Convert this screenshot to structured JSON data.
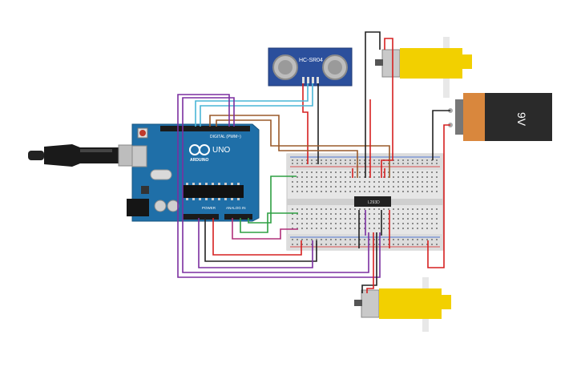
{
  "components": {
    "arduino": {
      "brand": "ARDUINO",
      "model": "UNO",
      "digital_label": "DIGITAL (PWM~)",
      "power_label": "POWER",
      "analog_label": "ANALOG IN",
      "color": "#1f6fa8"
    },
    "sensor": {
      "label": "HC-SR04",
      "color": "#2b4f9c"
    },
    "battery": {
      "label": "9V",
      "body_color": "#2a2a2a",
      "cap_color": "#d9873d"
    },
    "driver_ic": {
      "label": "L293D"
    },
    "motors": {
      "count": 2,
      "color": "#f2d000"
    }
  },
  "wire_colors": {
    "red": "#d62020",
    "black": "#222222",
    "purple": "#7b2fa0",
    "green": "#2ea043",
    "magenta": "#b0307a",
    "brown": "#9a5a2a",
    "cyan": "#49b6d6"
  }
}
